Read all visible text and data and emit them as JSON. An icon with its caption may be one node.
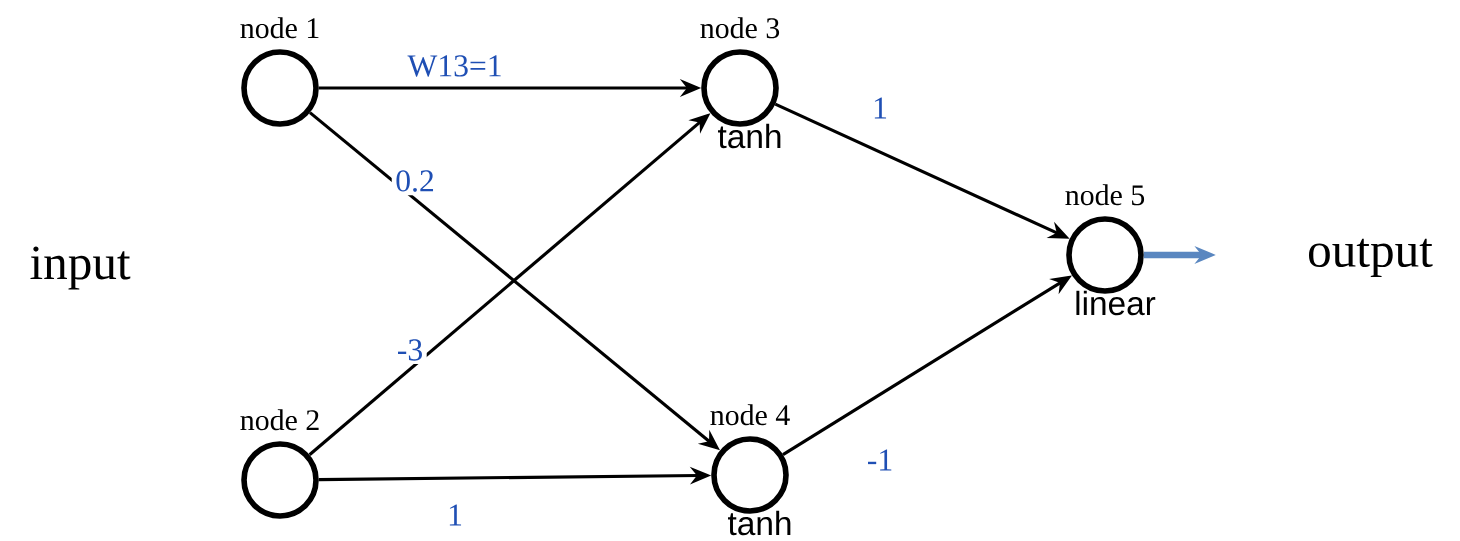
{
  "diagram": {
    "nodes": [
      {
        "text": [
          "node 1"
        ]
      },
      {
        "text": [
          "node 2"
        ]
      },
      {
        "text": [
          "node 3"
        ],
        "beside": [
          "tanh"
        ]
      },
      {
        "text": [
          "node 4"
        ],
        "beside": [
          "tanh"
        ]
      },
      {
        "text": [
          "node 5"
        ],
        "beside": [
          "linear"
        ]
      }
    ],
    "edges": [
      {
        "from": 0,
        "to": 2,
        "arrow": "to",
        "label": "W13=1"
      },
      {
        "from": 0,
        "to": 3,
        "arrow": "to",
        "label": "0.2"
      },
      {
        "from": 1,
        "to": 2,
        "arrow": "to",
        "label": "-3"
      },
      {
        "from": 1,
        "to": 3,
        "arrow": "to",
        "label": "1"
      },
      {
        "from": 2,
        "to": 4,
        "arrow": "to",
        "label": "1"
      },
      {
        "from": 3,
        "to": 4,
        "arrow": "to",
        "label": "-1"
      },
      {
        "from": 4,
        "to": null,
        "arrow": "to",
        "style": "thick",
        "color": "#5a87c0"
      }
    ],
    "labels": [
      "input",
      "output"
    ]
  }
}
